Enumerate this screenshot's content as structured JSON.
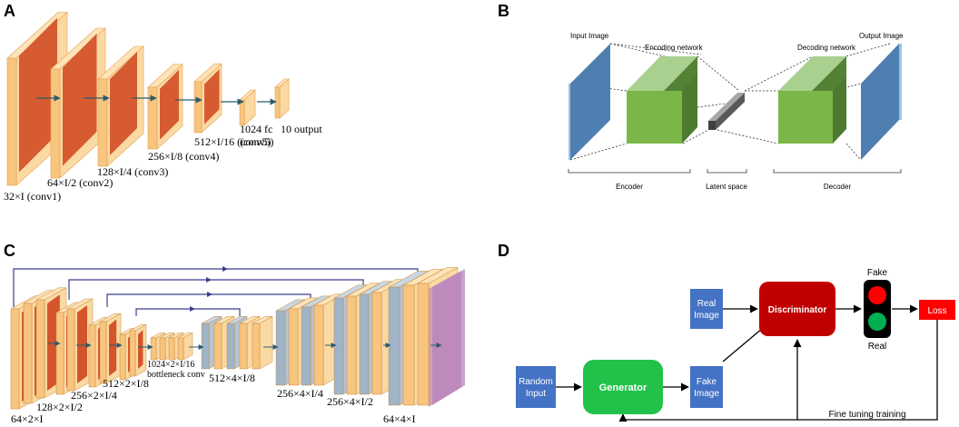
{
  "panels": {
    "a": {
      "letter": "A",
      "layers": [
        "32×I (conv1)",
        "64×I/2 (conv2)",
        "128×I/4 (conv3)",
        "256×I/8 (conv4)",
        "512×I/16 (conv5)",
        "1024 fc",
        "10 output"
      ]
    },
    "b": {
      "letter": "B",
      "input_image": "Input Image",
      "encoding_network": "Encoding network",
      "decoding_network": "Decoding network",
      "output_image": "Output Image",
      "encoder": "Encoder",
      "latent_space": "Latent space",
      "decoder": "Decoder"
    },
    "c": {
      "letter": "C",
      "labels": [
        "64×2×I",
        "128×2×I/2",
        "256×2×I/4",
        "512×2×I/8",
        "1024×2×I/16",
        "bottleneck conv",
        "512×4×I/8",
        "256×4×I/4",
        "256×4×I/2",
        "64×4×I"
      ]
    },
    "d": {
      "letter": "D",
      "random_input_1": "Random",
      "random_input_2": "Input",
      "generator": "Generator",
      "real_image_1": "Real",
      "real_image_2": "Image",
      "fake_image_1": "Fake",
      "fake_image_2": "Image",
      "discriminator": "Discriminator",
      "fake": "Fake",
      "real": "Real",
      "loss": "Loss",
      "fine_tuning": "Fine tuning training"
    }
  },
  "colors": {
    "layer_front": "#f6c27a",
    "layer_face": "#fbdcac",
    "layer_inner": "#d4542b",
    "blue": "#4f7fb0",
    "green": "#7ab648",
    "generator": "#22c24a",
    "discriminator": "#c00000",
    "loss": "#ff0000",
    "arrow": "#2b5b6e",
    "skip": "#3b3f8f"
  }
}
